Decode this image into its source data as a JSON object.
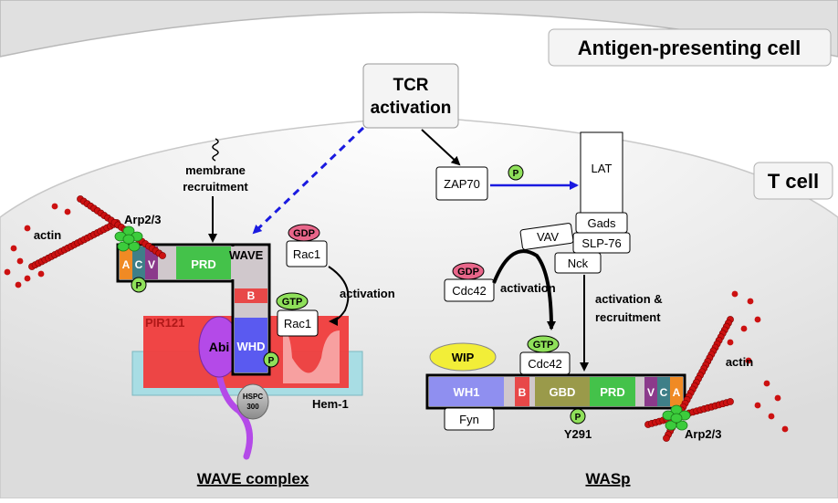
{
  "regions": {
    "apc": "Antigen-presenting cell",
    "tcell": "T cell",
    "tcr_line1": "TCR",
    "tcr_line2": "activation"
  },
  "wave_side": {
    "membrane_line1": "membrane",
    "membrane_line2": "recruitment",
    "actin": "actin",
    "arp23": "Arp2/3",
    "wave": "WAVE",
    "domain_a": "A",
    "domain_c": "C",
    "domain_v": "V",
    "domain_prd": "PRD",
    "domain_b": "B",
    "domain_whd": "WHD",
    "phospho": "P",
    "pir121": "PIR121",
    "abi": "Abi",
    "hspc_line1": "HSPC",
    "hspc_line2": "300",
    "hem1": "Hem-1",
    "gdp": "GDP",
    "gtp": "GTP",
    "rac1": "Rac1",
    "activation": "activation",
    "title": "WAVE complex"
  },
  "wasp_side": {
    "zap70": "ZAP70",
    "lat": "LAT",
    "gads": "Gads",
    "slp76": "SLP-76",
    "vav": "VAV",
    "nck": "Nck",
    "gdp": "GDP",
    "gtp": "GTP",
    "cdc42": "Cdc42",
    "activation": "activation",
    "act_recruit_line1": "activation &",
    "act_recruit_line2": "recruitment",
    "wip": "WIP",
    "domain_wh1": "WH1",
    "domain_b": "B",
    "domain_gbd": "GBD",
    "domain_prd": "PRD",
    "domain_v": "V",
    "domain_c": "C",
    "domain_a": "A",
    "fyn": "Fyn",
    "y291": "Y291",
    "actin": "actin",
    "arp23": "Arp2/3",
    "title": "WASp"
  },
  "colors": {
    "phospho": "#8fe05a",
    "gdp": "#e8668a",
    "wip": "#f2ee38",
    "prd": "#44c24a",
    "whd": "#5a5af0",
    "b": "#e84848",
    "wh1": "#8f8ff0",
    "gbd": "#9a9a4a",
    "v": "#8b3a8b",
    "c": "#3f7f88",
    "a": "#f08a24",
    "pir121": "#f03c3c",
    "hem1": "#a8dde4",
    "abi": "#b44ae8",
    "actin": "#cc1111",
    "arp": "#3ccc3c",
    "dashed_arrow": "#1a1ae0"
  }
}
